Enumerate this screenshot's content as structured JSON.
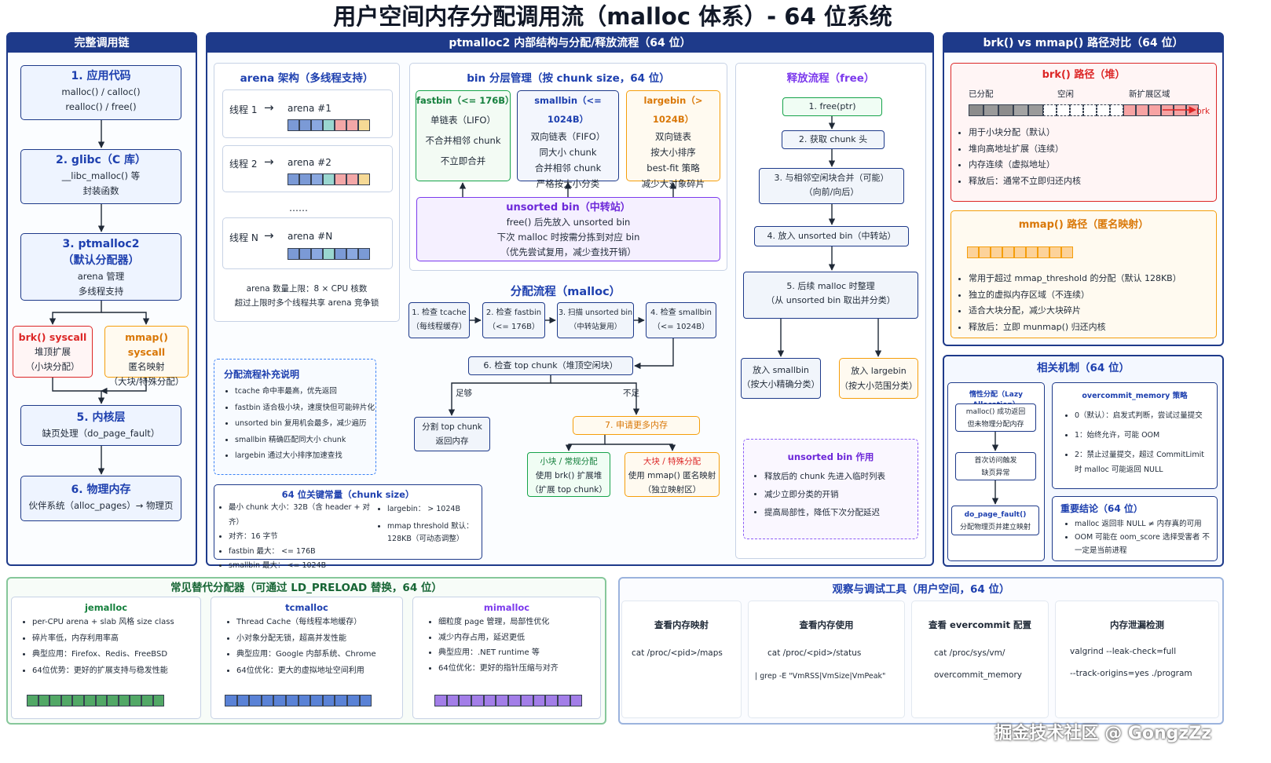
{
  "title": "用户空间内存分配调用流（malloc 体系）- 64 位系统",
  "chain": {
    "header": "完整调用链",
    "app": {
      "title": "1. 应用代码",
      "l1": "malloc() / calloc()",
      "l2": "realloc() / free()"
    },
    "glibc": {
      "title": "2. glibc（C 库）",
      "l1": "__libc_malloc() 等",
      "l2": "封装函数"
    },
    "ptm": {
      "title": "3. ptmalloc2",
      "title2": "（默认分配器）",
      "l1": "arena 管理",
      "l2": "多线程支持"
    },
    "brk": {
      "title": "brk() syscall",
      "l1": "堆顶扩展",
      "l2": "（小块分配）"
    },
    "mmap": {
      "title": "mmap() syscall",
      "l1": "匿名映射",
      "l2": "（大块/特殊分配）"
    },
    "kernel": {
      "title": "5. 内核层",
      "l1": "缺页处理（do_page_fault）"
    },
    "phys": {
      "title": "6. 物理内存",
      "l1": "伙伴系统（alloc_pages）→ 物理页"
    }
  },
  "ptm": {
    "header": "ptmalloc2 内部结构与分配/释放流程（64 位）",
    "arena": {
      "title": "arena 架构（多线程支持）",
      "rows": [
        {
          "thread": "线程 1",
          "arena": "arena #1"
        },
        {
          "thread": "线程 2",
          "arena": "arena #2"
        },
        {
          "thread": "线程 N",
          "arena": "arena #N"
        }
      ],
      "dots": "……",
      "note1": "arena 数量上限：8 × CPU 核数",
      "note2": "超过上限时多个线程共享 arena 竞争锁"
    },
    "bins": {
      "title": "bin 分层管理（按 chunk size，64 位）",
      "fast": {
        "h": "fastbin（<= 176B）",
        "l1": "单链表（LIFO）",
        "l2": "不合并相邻 chunk",
        "l3": "不立即合并"
      },
      "small": {
        "h": "smallbin（<= 1024B）",
        "l1": "双向链表（FIFO）",
        "l2": "同大小 chunk",
        "l3": "合并相邻 chunk",
        "l4": "严格按大小分类"
      },
      "large": {
        "h": "largebin（> 1024B）",
        "l1": "双向链表",
        "l2": "按大小排序",
        "l3": "best-fit 策略",
        "l4": "减少大对象碎片"
      },
      "unsorted": {
        "h": "unsorted bin（中转站）",
        "l1": "free() 后先放入 unsorted bin",
        "l2": "下次 malloc 时按需分拣到对应 bin",
        "l3": "（优先尝试复用，减少查找开销）"
      }
    },
    "supp": {
      "title": "分配流程补充说明",
      "items": [
        "tcache 命中率最高，优先返回",
        "fastbin 适合极小块，速度快但可能碎片化",
        "unsorted bin 复用机会最多，减少遍历",
        "smallbin 精确匹配同大小 chunk",
        "largebin 通过大小排序加速查找"
      ]
    },
    "consts": {
      "title": "64 位关键常量（chunk size）",
      "left": [
        "最小 chunk 大小：32B（含 header + 对齐）",
        "对齐：16 字节",
        "fastbin 最大：  <= 176B",
        "smallbin 最大：  <= 1024B"
      ],
      "right1": "largebin：  > 1024B",
      "right2a": "mmap threshold 默认：",
      "right2b": "128KB（可动态调整）"
    },
    "alloc": {
      "title": "分配流程（malloc）",
      "s1a": "1. 检查 tcache",
      "s1b": "（每线程缓存）",
      "s2a": "2. 检查 fastbin",
      "s2b": "（<= 176B）",
      "s3a": "3. 扫描 unsorted bin",
      "s3b": "（中转站复用）",
      "s4a": "4. 检查 smallbin",
      "s4b": "（<= 1024B）",
      "s6": "6. 检查 top chunk（堆顶空闲块）",
      "enough": "足够",
      "notenough": "不足",
      "split1": "分割 top chunk",
      "split2": "返回内存",
      "s7": "7. 申请更多内存",
      "smallh": "小块 / 常规分配",
      "small1": "使用 brk() 扩展堆",
      "small2": "（扩展 top chunk）",
      "bigh": "大块 / 特殊分配",
      "big1": "使用 mmap() 匿名映射",
      "big2": "（独立映射区）"
    },
    "free": {
      "title": "释放流程（free）",
      "f1": "1. free(ptr)",
      "f2": "2. 获取 chunk 头",
      "f3a": "3. 与相邻空闲块合并（可能）",
      "f3b": "（向前/向后）",
      "f4": "4. 放入 unsorted bin（中转站）",
      "f5a": "5. 后续 malloc 时整理",
      "f5b": "（从 unsorted bin 取出并分类）",
      "ps1": "放入 smallbin",
      "ps2": "（按大小精确分类）",
      "pl1": "放入 largebin",
      "pl2": "（按大小范围分类）",
      "role": {
        "title": "unsorted bin 作用",
        "items": [
          "释放后的 chunk 先进入临时列表",
          "减少立即分类的开销",
          "提高局部性，降低下次分配延迟"
        ]
      }
    }
  },
  "cmp": {
    "header": "brk() vs mmap() 路径对比（64 位）",
    "brk": {
      "title": "brk() 路径（堆）",
      "allocated": "已分配",
      "free": "空闲",
      "newarea": "新扩展区域",
      "brklabel": "brk",
      "items": [
        "用于小块分配（默认）",
        "堆向高地址扩展（连续）",
        "内存连续（虚拟地址）",
        "释放后：通常不立即归还内核"
      ]
    },
    "mmap": {
      "title": "mmap() 路径（匿名映射）",
      "items": [
        "常用于超过 mmap_threshold 的分配（默认 128KB）",
        "独立的虚拟内存区域（不连续）",
        "适合大块分配，减少大块碎片",
        "释放后：立即 munmap() 归还内核"
      ]
    }
  },
  "mech": {
    "header": "相关机制（64 位）",
    "lazy": {
      "title": "惰性分配（Lazy Allocation）",
      "b1a": "malloc() 成功返回",
      "b1b": "但未物理分配内存",
      "b2a": "首次访问触发",
      "b2b": "缺页异常",
      "b3a": "do_page_fault()",
      "b3b": "分配物理页并建立映射"
    },
    "over": {
      "title": "overcommit_memory 策略",
      "items": [
        "0（默认）：启发式判断，尝试过量提交",
        "1：始终允许，可能 OOM",
        "2：禁止过量提交，超过 CommitLimit 时 malloc 可能返回 NULL"
      ]
    },
    "concl": {
      "title": "重要结论（64 位）",
      "items": [
        "malloc 返回非 NULL ≠ 内存真的可用",
        "OOM 可能在 oom_score 选择受害者 不一定是当前进程"
      ]
    }
  },
  "alts": {
    "header": "常见替代分配器（可通过 LD_PRELOAD 替换，64 位）",
    "list": [
      {
        "name": "jemalloc",
        "items": [
          "per-CPU arena + slab 风格 size class",
          "碎片率低，内存利用率高",
          "典型应用：Firefox、Redis、FreeBSD",
          "64位优势：更好的扩展支持与稳发性能"
        ]
      },
      {
        "name": "tcmalloc",
        "items": [
          "Thread Cache（每线程本地缓存）",
          "小对象分配无锁，超高并发性能",
          "典型应用：Google 内部系统、Chrome",
          "64位优化：更大的虚拟地址空间利用"
        ]
      },
      {
        "name": "mimalloc",
        "items": [
          "细粒度 page 管理，局部性优化",
          "减少内存占用，延迟更低",
          "典型应用：.NET runtime 等",
          "64位优化：更好的指针压缩与对齐"
        ]
      }
    ]
  },
  "tools": {
    "header": "观察与调试工具（用户空间，64 位）",
    "cols": [
      {
        "title": "查看内存映射",
        "l1": "cat  /proc/<pid>/maps",
        "l2": ""
      },
      {
        "title": "查看内存使用",
        "l1": "cat  /proc/<pid>/status",
        "l2": "| grep  -E  \"VmRSS|VmSize|VmPeak\""
      },
      {
        "title": "查看 evercommit 配置",
        "l1": "cat  /proc/sys/vm/",
        "l2": "overcommit_memory"
      },
      {
        "title": "内存泄漏检测",
        "l1": "valgrind  --leak-check=full",
        "l2": "--track-origins=yes  ./program"
      }
    ]
  },
  "watermark": "掘金技术社区 @ GongzZz",
  "colors": {
    "navy": "#1e3a8a",
    "red": "#dc2626",
    "orange": "#f59e0b",
    "green": "#16a34a",
    "purple": "#7c3aed"
  }
}
